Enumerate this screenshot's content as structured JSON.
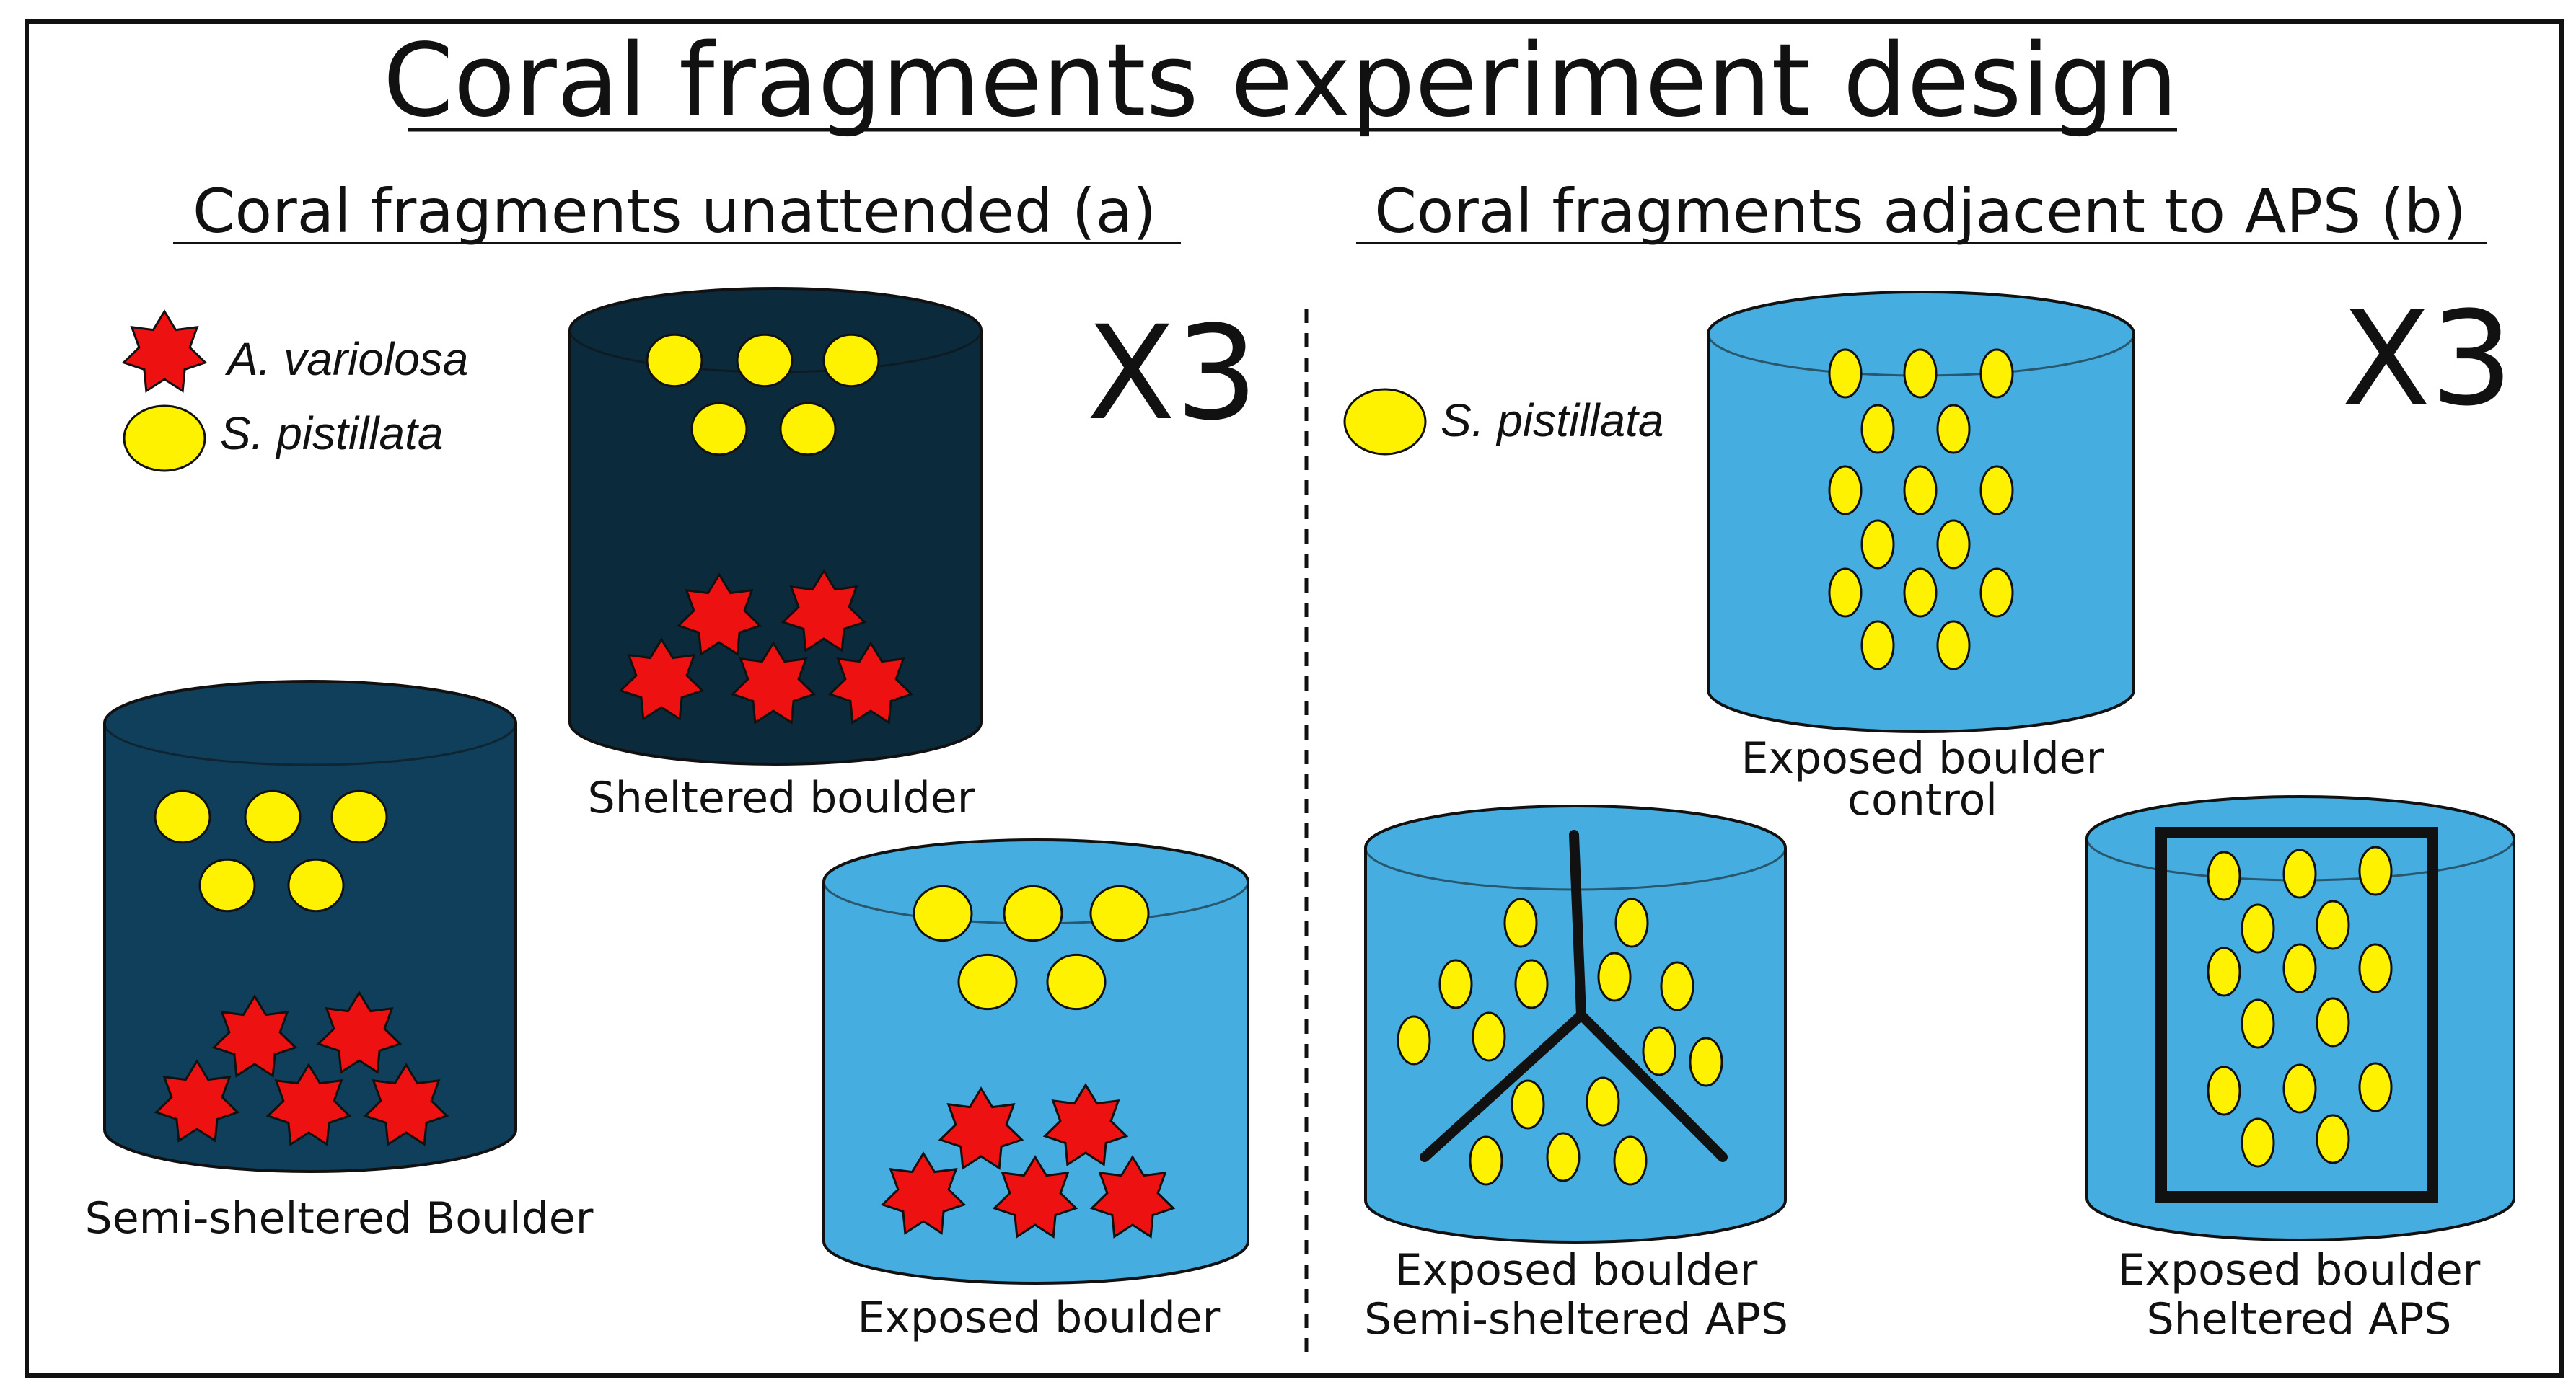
{
  "title": "Coral fragments experiment design",
  "panels": {
    "a": {
      "heading": "Coral fragments unattended (a)",
      "replicates": "X3",
      "legend": [
        {
          "species": "A. variolosa",
          "marker": "red-star-icon"
        },
        {
          "species": "S. pistillata",
          "marker": "yellow-oval-icon"
        }
      ],
      "boulders": {
        "sheltered": {
          "label": "Sheltered boulder"
        },
        "semi_sheltered": {
          "label": "Semi-sheltered Boulder"
        },
        "exposed": {
          "label": "Exposed boulder"
        }
      }
    },
    "b": {
      "heading": "Coral fragments adjacent to APS (b)",
      "replicates": "X3",
      "legend": [
        {
          "species": "S. pistillata",
          "marker": "yellow-oval-icon"
        }
      ],
      "boulders": {
        "control": {
          "label_line1": "Exposed boulder",
          "label_line2": "control"
        },
        "semi_aps": {
          "label_line1": "Exposed boulder",
          "label_line2": "Semi-sheltered APS"
        },
        "sheltered_aps": {
          "label_line1": "Exposed boulder",
          "label_line2": "Sheltered APS"
        }
      }
    }
  },
  "colors": {
    "sheltered_fill": "#0b2a3c",
    "semi_sheltered_fill": "#0f3f5b",
    "exposed_fill": "#45ade0",
    "star_fill": "#ee1111",
    "oval_fill": "#fff200"
  }
}
